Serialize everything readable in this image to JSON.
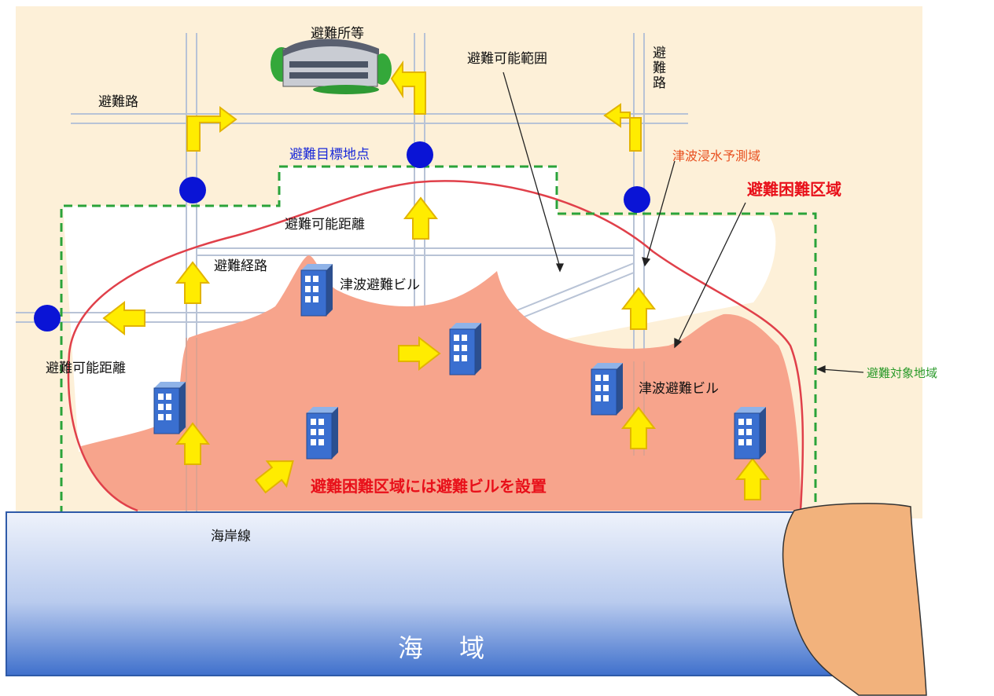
{
  "labels": {
    "evac_facility": "避難所等",
    "evac_range": "避難可能範囲",
    "evac_road_h": "避難路",
    "evac_road_v": "避難路",
    "evac_target_point": "避難目標地点",
    "tsunami_inundation_area": "津波浸水予測域",
    "evac_difficult_area": "避難困難区域",
    "evac_distance_top": "避難可能距離",
    "evac_route": "避難経路",
    "tsunami_bldg_1": "津波避難ビル",
    "tsunami_bldg_2": "津波避難ビル",
    "evac_distance_left": "避難可能距離",
    "evac_target_area": "避難対象地域",
    "install_note": "避難困難区域には避難ビルを設置",
    "coastline": "海岸線",
    "sea_area": "海 域"
  },
  "colors": {
    "land": "#fdf0d8",
    "safe_zone": "#ffffff",
    "danger_zone": "#f7a48c",
    "danger_outline": "#e0404a",
    "target_dashed": "#2aa33a",
    "evac_point": "#0a14d6",
    "arrow": "#ffec00",
    "arrow_outline": "#e8b800",
    "sea_top": "#e9eef9",
    "sea_bottom": "#4a78cf",
    "cliff": "#f2b27c",
    "label_blue": "#1a2ad8",
    "label_orange": "#e85020",
    "label_red": "#e8101a",
    "label_green": "#2a9a2a"
  }
}
